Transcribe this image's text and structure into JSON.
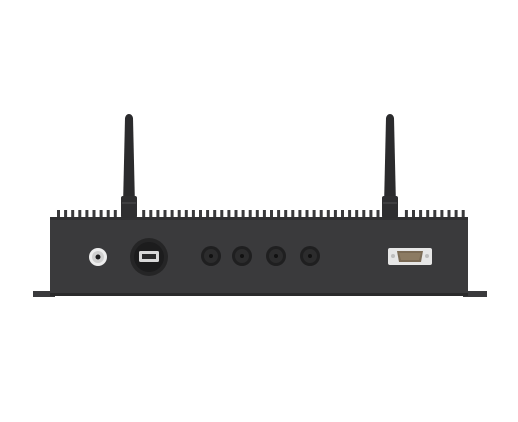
{
  "scene": {
    "subject": "industrial-fanless-computer-front-panel",
    "background_color": "#ffffff",
    "chassis_color": "#3a3a3c",
    "chassis_dark_color": "#2a2a2b",
    "antenna_color": "#2b2b2d",
    "connector_face_color": "#1f1f20",
    "db_connector_metal_color": "#e6e6e6",
    "db_connector_pins_color": "#7a6a55",
    "usb_port_color": "#d9d9d9"
  },
  "components": {
    "antennas": 2,
    "heatsink_fins": true,
    "dc_power_jack": 1,
    "usb_port": 1,
    "sma_connectors": 4,
    "db_serial_port": 1,
    "mounting_flanges": 2
  }
}
